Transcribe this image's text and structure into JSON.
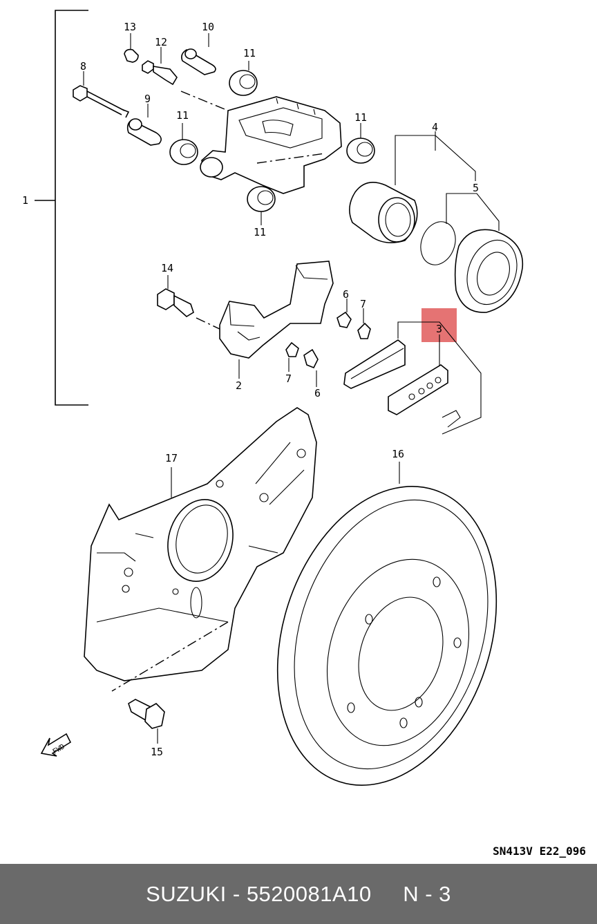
{
  "callouts": {
    "c1": "1",
    "c2": "2",
    "c3": "3",
    "c4": "4",
    "c5": "5",
    "c6a": "6",
    "c6b": "6",
    "c7a": "7",
    "c7b": "7",
    "c8": "8",
    "c9": "9",
    "c10": "10",
    "c11a": "11",
    "c11b": "11",
    "c11c": "11",
    "c11d": "11",
    "c12": "12",
    "c13": "13",
    "c14": "14",
    "c15": "15",
    "c16": "16",
    "c17": "17"
  },
  "fwd_label": "FWD",
  "diagram_code": "SN413V E22_096",
  "highlight_color": "#e57373",
  "footer": {
    "text": "SUZUKI - 5520081A10     N - 3",
    "background": "#6a6a6a"
  }
}
